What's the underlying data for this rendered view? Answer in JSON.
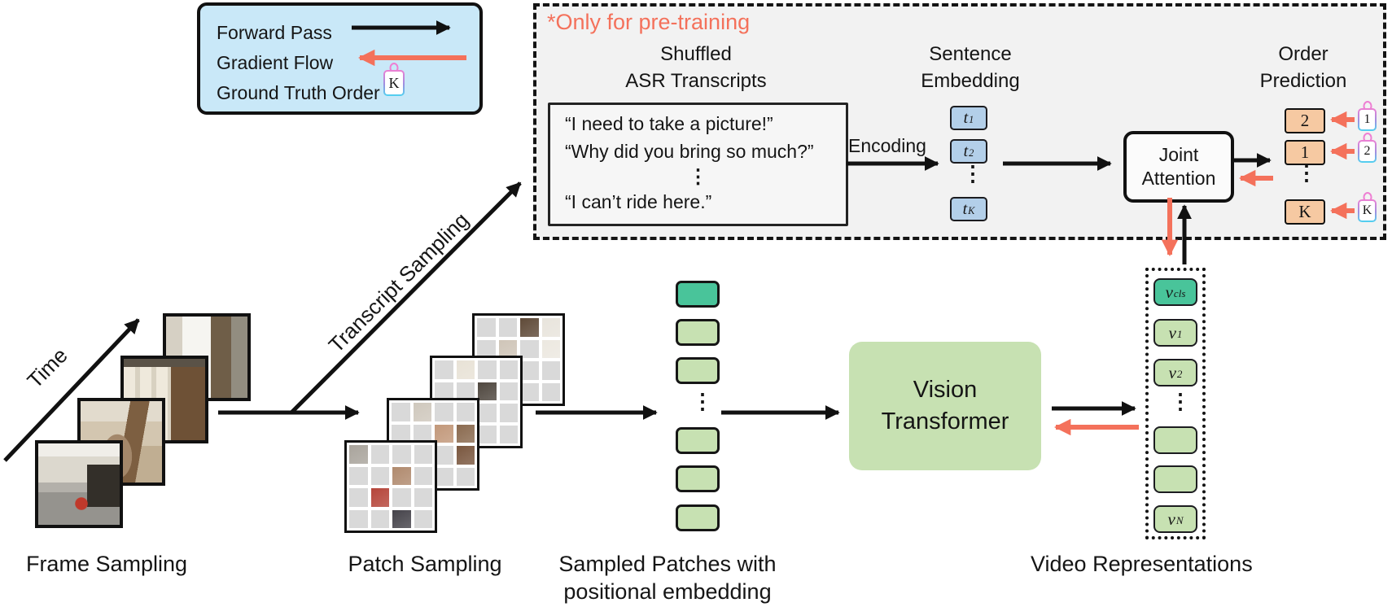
{
  "palette": {
    "salmon": "#f4715b",
    "legend_blue": "#c9e8f8",
    "panel_gray": "#f2f2f2",
    "token_blue": "#b3cfe9",
    "order_orange": "#f6c9a2",
    "green_light": "#c7e1b2",
    "green_teal": "#49c49a",
    "tag_pink": "#ee7fd3",
    "tag_cyan": "#4fd2f0"
  },
  "glyphs": {
    "vdots": "⋮"
  },
  "legend": {
    "items": [
      {
        "label": "Forward Pass",
        "symbol": "black-arrow-right"
      },
      {
        "label": "Gradient Flow",
        "symbol": "salmon-arrow-left"
      },
      {
        "label": "Ground Truth Order",
        "symbol": "gradient-tag",
        "tag_text": "K"
      }
    ]
  },
  "pretraining_panel": {
    "note": "*Only for pre-training",
    "shuffled_transcripts": {
      "header": [
        "Shuffled",
        "ASR Transcripts"
      ],
      "lines": [
        "“I need to take a picture!”",
        "“Why did you bring so much?”",
        "⋮",
        "“I can’t ride here.”"
      ]
    },
    "encoding_label": "Encoding",
    "sentence_embedding": {
      "header": [
        "Sentence",
        "Embedding"
      ],
      "tokens": [
        {
          "base": "t",
          "sub": "1"
        },
        {
          "base": "t",
          "sub": "2"
        },
        {
          "dots": true
        },
        {
          "base": "t",
          "sub": "K"
        }
      ]
    },
    "joint_attention": {
      "label": [
        "Joint",
        "Attention"
      ]
    },
    "order_prediction": {
      "header": [
        "Order",
        "Prediction"
      ],
      "rows": [
        {
          "predicted": "2",
          "ground_truth": "1"
        },
        {
          "predicted": "1",
          "ground_truth": "2"
        },
        {
          "dots": true
        },
        {
          "predicted": "K",
          "ground_truth": "K"
        }
      ]
    }
  },
  "pipeline": {
    "time_label": "Time",
    "transcript_sampling_label": "Transcript Sampling",
    "frame_sampling": {
      "label": "Frame Sampling",
      "frame_count": 4
    },
    "patch_sampling": {
      "label": "Patch Sampling",
      "grids": [
        {
          "patches": [
            {
              "r": 0,
              "c": 0,
              "color": "#a9a49c"
            },
            {
              "r": 1,
              "c": 2,
              "color": "#b08a6e"
            },
            {
              "r": 2,
              "c": 1,
              "color": "#b5453a"
            },
            {
              "r": 3,
              "c": 2,
              "color": "#45434a"
            }
          ]
        },
        {
          "patches": [
            {
              "r": 0,
              "c": 1,
              "color": "#cfc8bd"
            },
            {
              "r": 1,
              "c": 2,
              "color": "#c2987a"
            },
            {
              "r": 1,
              "c": 3,
              "color": "#8a6a4f"
            },
            {
              "r": 2,
              "c": 3,
              "color": "#7a573f"
            }
          ]
        },
        {
          "patches": [
            {
              "r": 0,
              "c": 1,
              "color": "#e8e2d6"
            },
            {
              "r": 1,
              "c": 2,
              "color": "#4f473f"
            },
            {
              "r": 2,
              "c": 0,
              "color": "#bdb6ac"
            }
          ]
        },
        {
          "patches": [
            {
              "r": 0,
              "c": 2,
              "color": "#5f4a38"
            },
            {
              "r": 0,
              "c": 3,
              "color": "#e8e4dc"
            },
            {
              "r": 1,
              "c": 1,
              "color": "#cfc5b8"
            },
            {
              "r": 1,
              "c": 3,
              "color": "#ece8e0"
            }
          ]
        }
      ]
    },
    "sampled_patches": {
      "label": [
        "Sampled Patches with",
        "positional embedding"
      ],
      "boxes": [
        "teal",
        "green",
        "green",
        "dots",
        "green",
        "green",
        "green"
      ]
    },
    "vision_transformer": {
      "label": [
        "Vision",
        "Transformer"
      ]
    },
    "video_representations": {
      "label": "Video Representations",
      "tokens": [
        {
          "base": "v",
          "sub": "cls",
          "teal": true
        },
        {
          "base": "v",
          "sub": "1"
        },
        {
          "base": "v",
          "sub": "2"
        },
        {
          "dots": true
        },
        {
          "blank": true
        },
        {
          "blank": true
        },
        {
          "base": "v",
          "sub": "N"
        }
      ]
    }
  }
}
